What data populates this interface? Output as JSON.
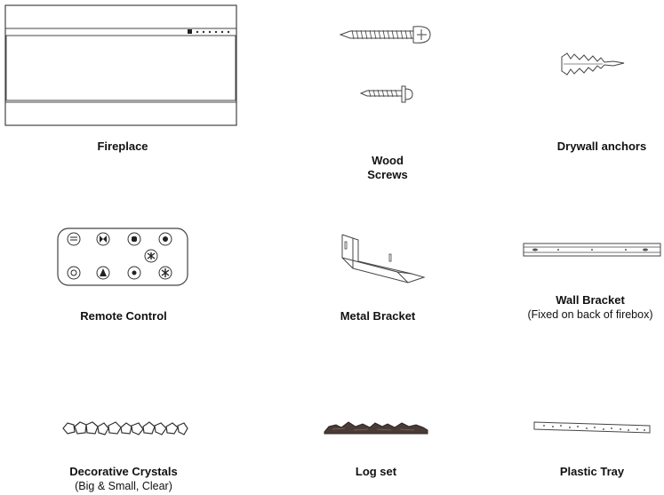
{
  "parts": [
    {
      "id": "fireplace",
      "title": "Fireplace",
      "subtitle": "",
      "icon": "fireplace-icon"
    },
    {
      "id": "wood-screws",
      "title": "Wood\nScrews",
      "subtitle": "",
      "icon": "wood-screws-icon"
    },
    {
      "id": "drywall-anchors",
      "title": "Drywall anchors",
      "subtitle": "",
      "icon": "drywall-anchor-icon"
    },
    {
      "id": "remote-control",
      "title": "Remote Control",
      "subtitle": "",
      "icon": "remote-control-icon"
    },
    {
      "id": "metal-bracket",
      "title": "Metal Bracket",
      "subtitle": "",
      "icon": "metal-bracket-icon"
    },
    {
      "id": "wall-bracket",
      "title": "Wall Bracket",
      "subtitle": "(Fixed on back of firebox)",
      "icon": "wall-bracket-icon"
    },
    {
      "id": "decorative-crystals",
      "title": "Decorative Crystals",
      "subtitle": "(Big & Small, Clear)",
      "icon": "crystals-icon"
    },
    {
      "id": "log-set",
      "title": "Log set",
      "subtitle": "",
      "icon": "log-set-icon"
    },
    {
      "id": "plastic-tray",
      "title": "Plastic Tray",
      "subtitle": "",
      "icon": "plastic-tray-icon"
    }
  ],
  "colors": {
    "line": "#444444",
    "text": "#111111",
    "log": "#4a3b36"
  }
}
